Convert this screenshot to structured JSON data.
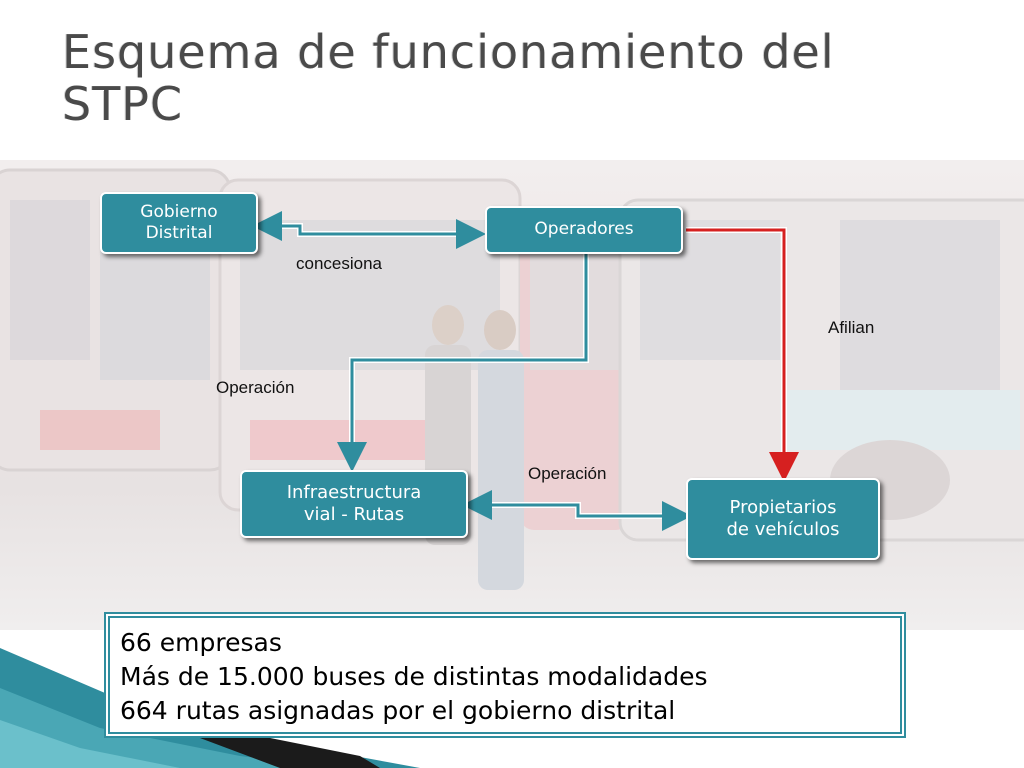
{
  "slide": {
    "title_line1": "Esquema de funcionamiento del",
    "title_line2": "STPC"
  },
  "nodes": {
    "gobierno_line1": "Gobierno",
    "gobierno_line2": "Distrital",
    "operadores": "Operadores",
    "infra_line1": "Infraestructura",
    "infra_line2": "vial - Rutas",
    "propietarios_line1": "Propietarios",
    "propietarios_line2": "de vehículos"
  },
  "edges": {
    "concesiona": "concesiona",
    "afilian": "Afilian",
    "operacion_left": "Operación",
    "operacion_bottom": "Operación"
  },
  "facts": {
    "line1": "66 empresas",
    "line2": "Más de 15.000 buses de distintas modalidades",
    "line3": "664 rutas asignadas por el gobierno distrital"
  },
  "colors": {
    "node_fill": "#2f8d9e",
    "arrow_blue": "#2f8d9e",
    "arrow_red": "#d62020",
    "accent_dark": "#1b3a4a"
  }
}
